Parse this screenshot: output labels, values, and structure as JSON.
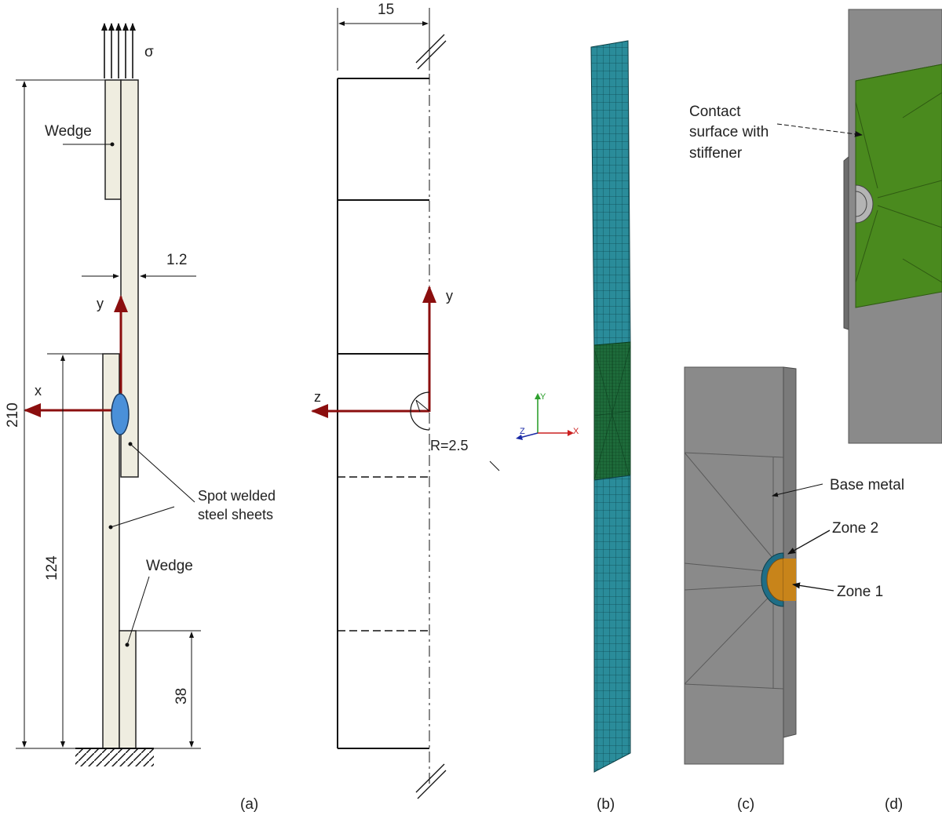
{
  "panel_a": {
    "stress_symbol": "σ",
    "wedge_top": "Wedge",
    "wedge_bottom": "Wedge",
    "thickness": "1.2",
    "axis_y": "y",
    "axis_x": "x",
    "dim_total": "210",
    "dim_overlap": "124",
    "dim_wedge": "38",
    "weld_label_1": "Spot welded",
    "weld_label_2": "steel sheets",
    "caption": "(a)"
  },
  "panel_geom": {
    "width_dim": "15",
    "axis_y": "y",
    "axis_z": "z",
    "radius": "R=2.5"
  },
  "panel_b": {
    "triad_x": "X",
    "triad_y": "Y",
    "triad_z": "Z",
    "caption": "(b)"
  },
  "panel_c": {
    "base_metal": "Base metal",
    "zone2": "Zone 2",
    "zone1": "Zone 1",
    "caption": "(c)"
  },
  "panel_d": {
    "contact_1": "Contact",
    "contact_2": "surface with",
    "contact_3": "stiffener",
    "caption": "(d)"
  },
  "colors": {
    "sheet": "#efede0",
    "axis_arrow": "#8b0e0e",
    "weld": "#4a90d9",
    "mesh": "#1e7f8a",
    "mesh_dense": "#1a6b3a",
    "gray_body": "#8a8a8a",
    "green_surface": "#4a8a1e",
    "zone1": "#c8841a",
    "zone2": "#1f6e86"
  }
}
